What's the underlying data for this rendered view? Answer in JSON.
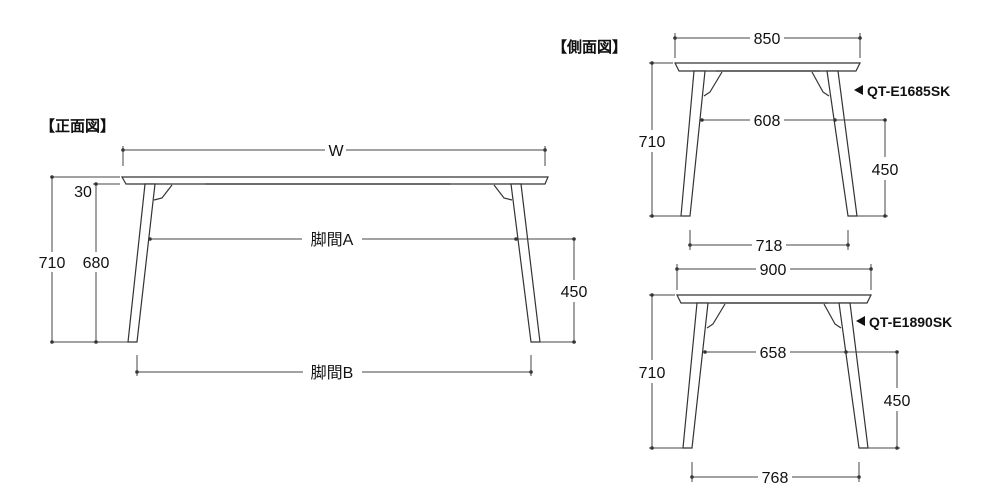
{
  "front": {
    "title": "【正面図】",
    "width_label": "W",
    "top_thickness": "30",
    "total_height": "710",
    "leg_height": "680",
    "leg_span_a": "脚間A",
    "leg_span_b": "脚間B",
    "rail_height": "450"
  },
  "side": {
    "title": "【側面図】",
    "top": {
      "model": "QT-E1685SK",
      "depth": "850",
      "height": "710",
      "leg_inner": "608",
      "leg_outer": "718",
      "rail_height": "450"
    },
    "bottom": {
      "model": "QT-E1890SK",
      "depth": "900",
      "height": "710",
      "leg_inner": "658",
      "leg_outer": "768",
      "rail_height": "450"
    }
  },
  "colors": {
    "line": "#333333",
    "text": "#111111"
  }
}
